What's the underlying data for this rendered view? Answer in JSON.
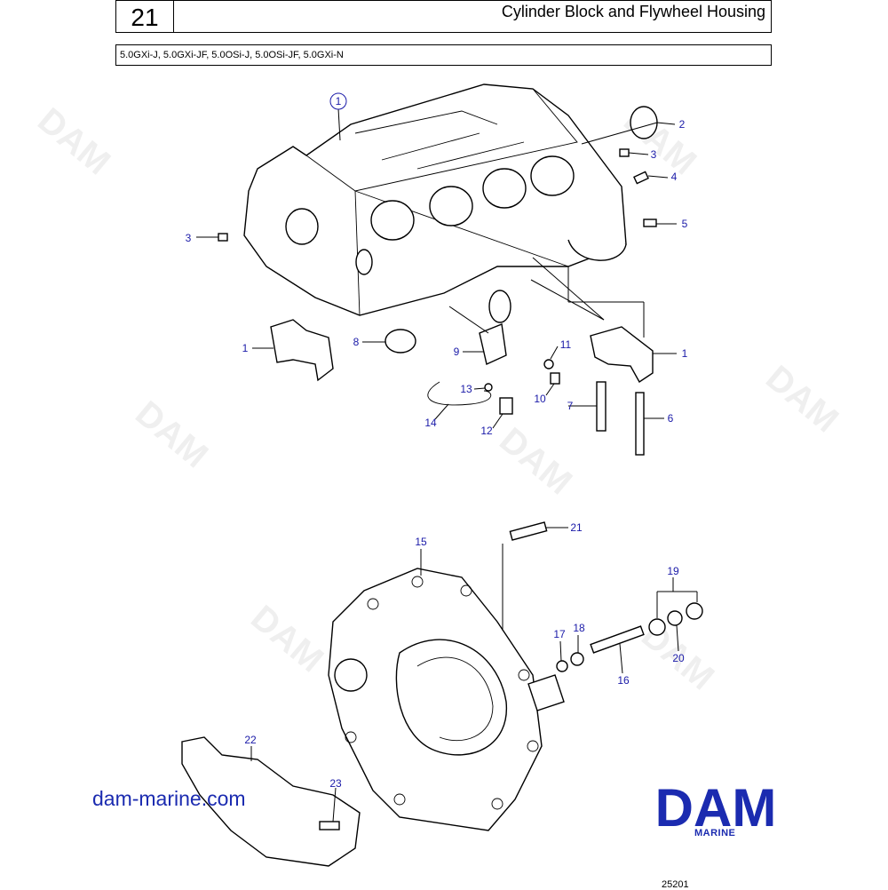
{
  "header": {
    "page_number": "21",
    "title": "Cylinder Block and Flywheel Housing",
    "models": "5.0GXi-J, 5.0GXi-JF, 5.0OSi-J, 5.0OSi-JF, 5.0GXi-N"
  },
  "callouts": {
    "c1_top": "1",
    "c2": "2",
    "c3_right": "3",
    "c4": "4",
    "c5": "5",
    "c3_left": "3",
    "c1_left": "1",
    "c8": "8",
    "c9": "9",
    "c11": "11",
    "c1_right": "1",
    "c13": "13",
    "c10": "10",
    "c7": "7",
    "c6": "6",
    "c14": "14",
    "c12": "12",
    "c15": "15",
    "c21": "21",
    "c19": "19",
    "c18": "18",
    "c17": "17",
    "c20": "20",
    "c16": "16",
    "c22": "22",
    "c23": "23"
  },
  "footer": {
    "website": "dam-marine.com",
    "logo_text": "DAM",
    "logo_sub": "MARINE",
    "figure_ref": "25201"
  },
  "watermark": "DAM",
  "colors": {
    "callout_blue": "#1a1aa8",
    "brand_blue": "#1b2bb0"
  }
}
